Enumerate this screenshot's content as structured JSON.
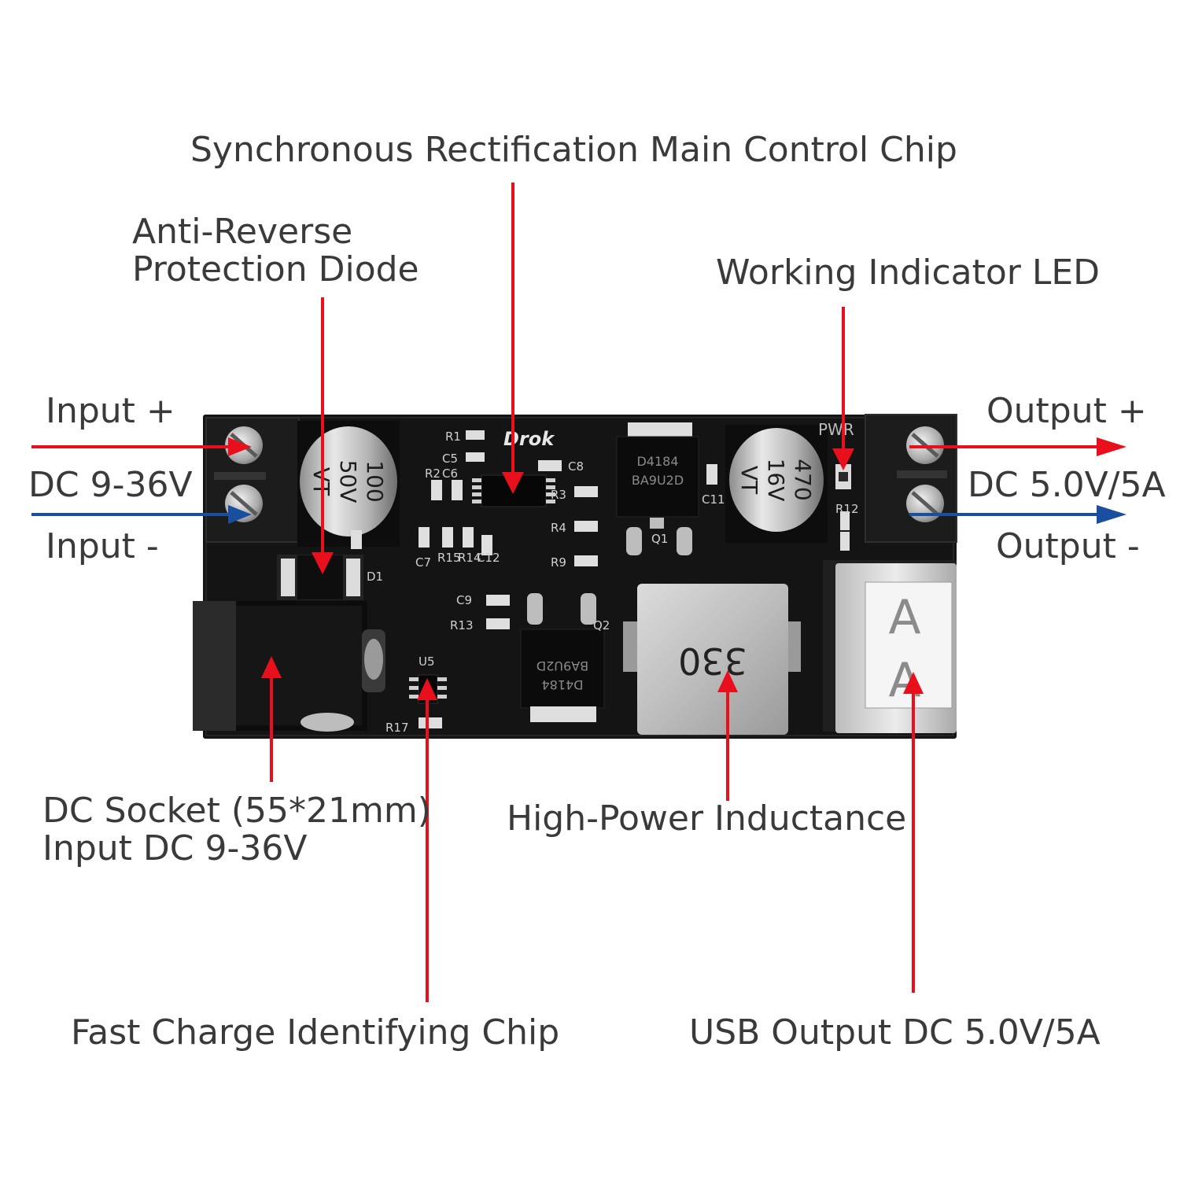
{
  "labels": {
    "main_chip": "Synchronous Rectification Main Control Chip",
    "diode_line1": "Anti-Reverse",
    "diode_line2": "Protection Diode",
    "led": "Working Indicator LED",
    "input_plus": "Input +",
    "input_voltage": "DC 9-36V",
    "input_minus": "Input -",
    "output_plus": "Output +",
    "output_voltage": "DC 5.0V/5A",
    "output_minus": "Output -",
    "socket_line1": "DC Socket (55*21mm)",
    "socket_line2": "Input DC 9-36V",
    "inductor": "High-Power Inductance",
    "fast_charge": "Fast Charge Identifying Chip",
    "usb_output": "USB Output DC 5.0V/5A"
  },
  "board": {
    "brand": "Drok",
    "cap_left": [
      "100",
      "50V",
      "VT"
    ],
    "cap_right": [
      "470",
      "16V",
      "VT"
    ],
    "mosfet_marking": [
      "D4184",
      "BA9U2D"
    ],
    "inductor_marking": "330",
    "pwr_silk": "PWR",
    "refs": [
      "R1",
      "C5",
      "C8",
      "R2",
      "C6",
      "R3",
      "R4",
      "R9",
      "C7",
      "R15",
      "R14",
      "C12",
      "C9",
      "R13",
      "D1",
      "U5",
      "R17",
      "Q1",
      "Q2",
      "C11",
      "R12"
    ]
  },
  "colors": {
    "callout": "#e8101c",
    "positive_arrow": "#e8101c",
    "negative_arrow": "#1a4e9e",
    "pcb": "#121212",
    "text": "#3a3a3a"
  }
}
